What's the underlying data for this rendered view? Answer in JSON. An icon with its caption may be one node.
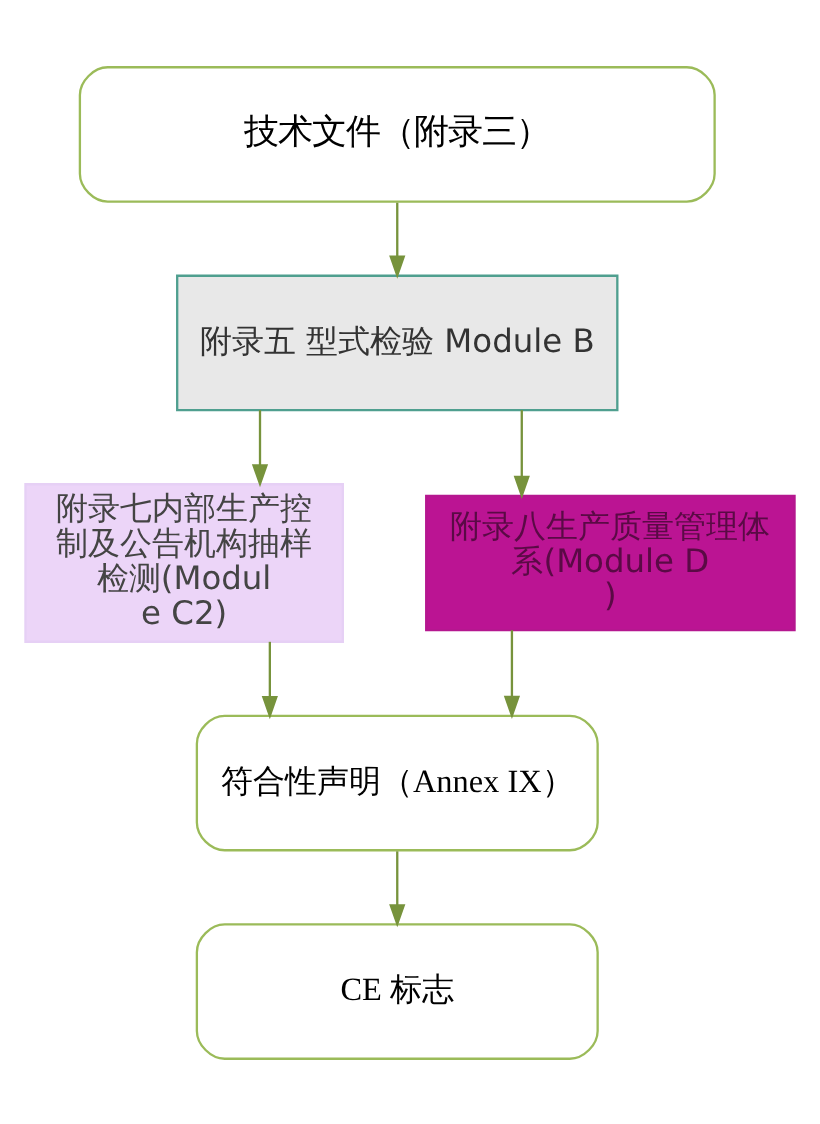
{
  "diagram": {
    "nodes": [
      {
        "text": [
          "技术文件（附录三）"
        ]
      },
      {
        "text": [
          "附录五 型式检验 Module B"
        ]
      },
      {
        "text": [
          "附录七内部生产控制及公告机构抽样检测(Module C2)"
        ]
      },
      {
        "text": [
          "附录八生产质量管理体系(Module D)"
        ]
      },
      {
        "text": [
          "符合性声明（Annex IX）"
        ]
      },
      {
        "text": [
          "CE 标志"
        ]
      }
    ],
    "edges": [
      {
        "from": 0,
        "to": 1,
        "arrow": "to"
      },
      {
        "from": 1,
        "to": 2,
        "arrow": "to"
      },
      {
        "from": 1,
        "to": 3,
        "arrow": "to"
      },
      {
        "from": 2,
        "to": 4,
        "arrow": "to"
      },
      {
        "from": 3,
        "to": 4,
        "arrow": "to"
      },
      {
        "from": 4,
        "to": 5,
        "arrow": "to"
      }
    ]
  }
}
